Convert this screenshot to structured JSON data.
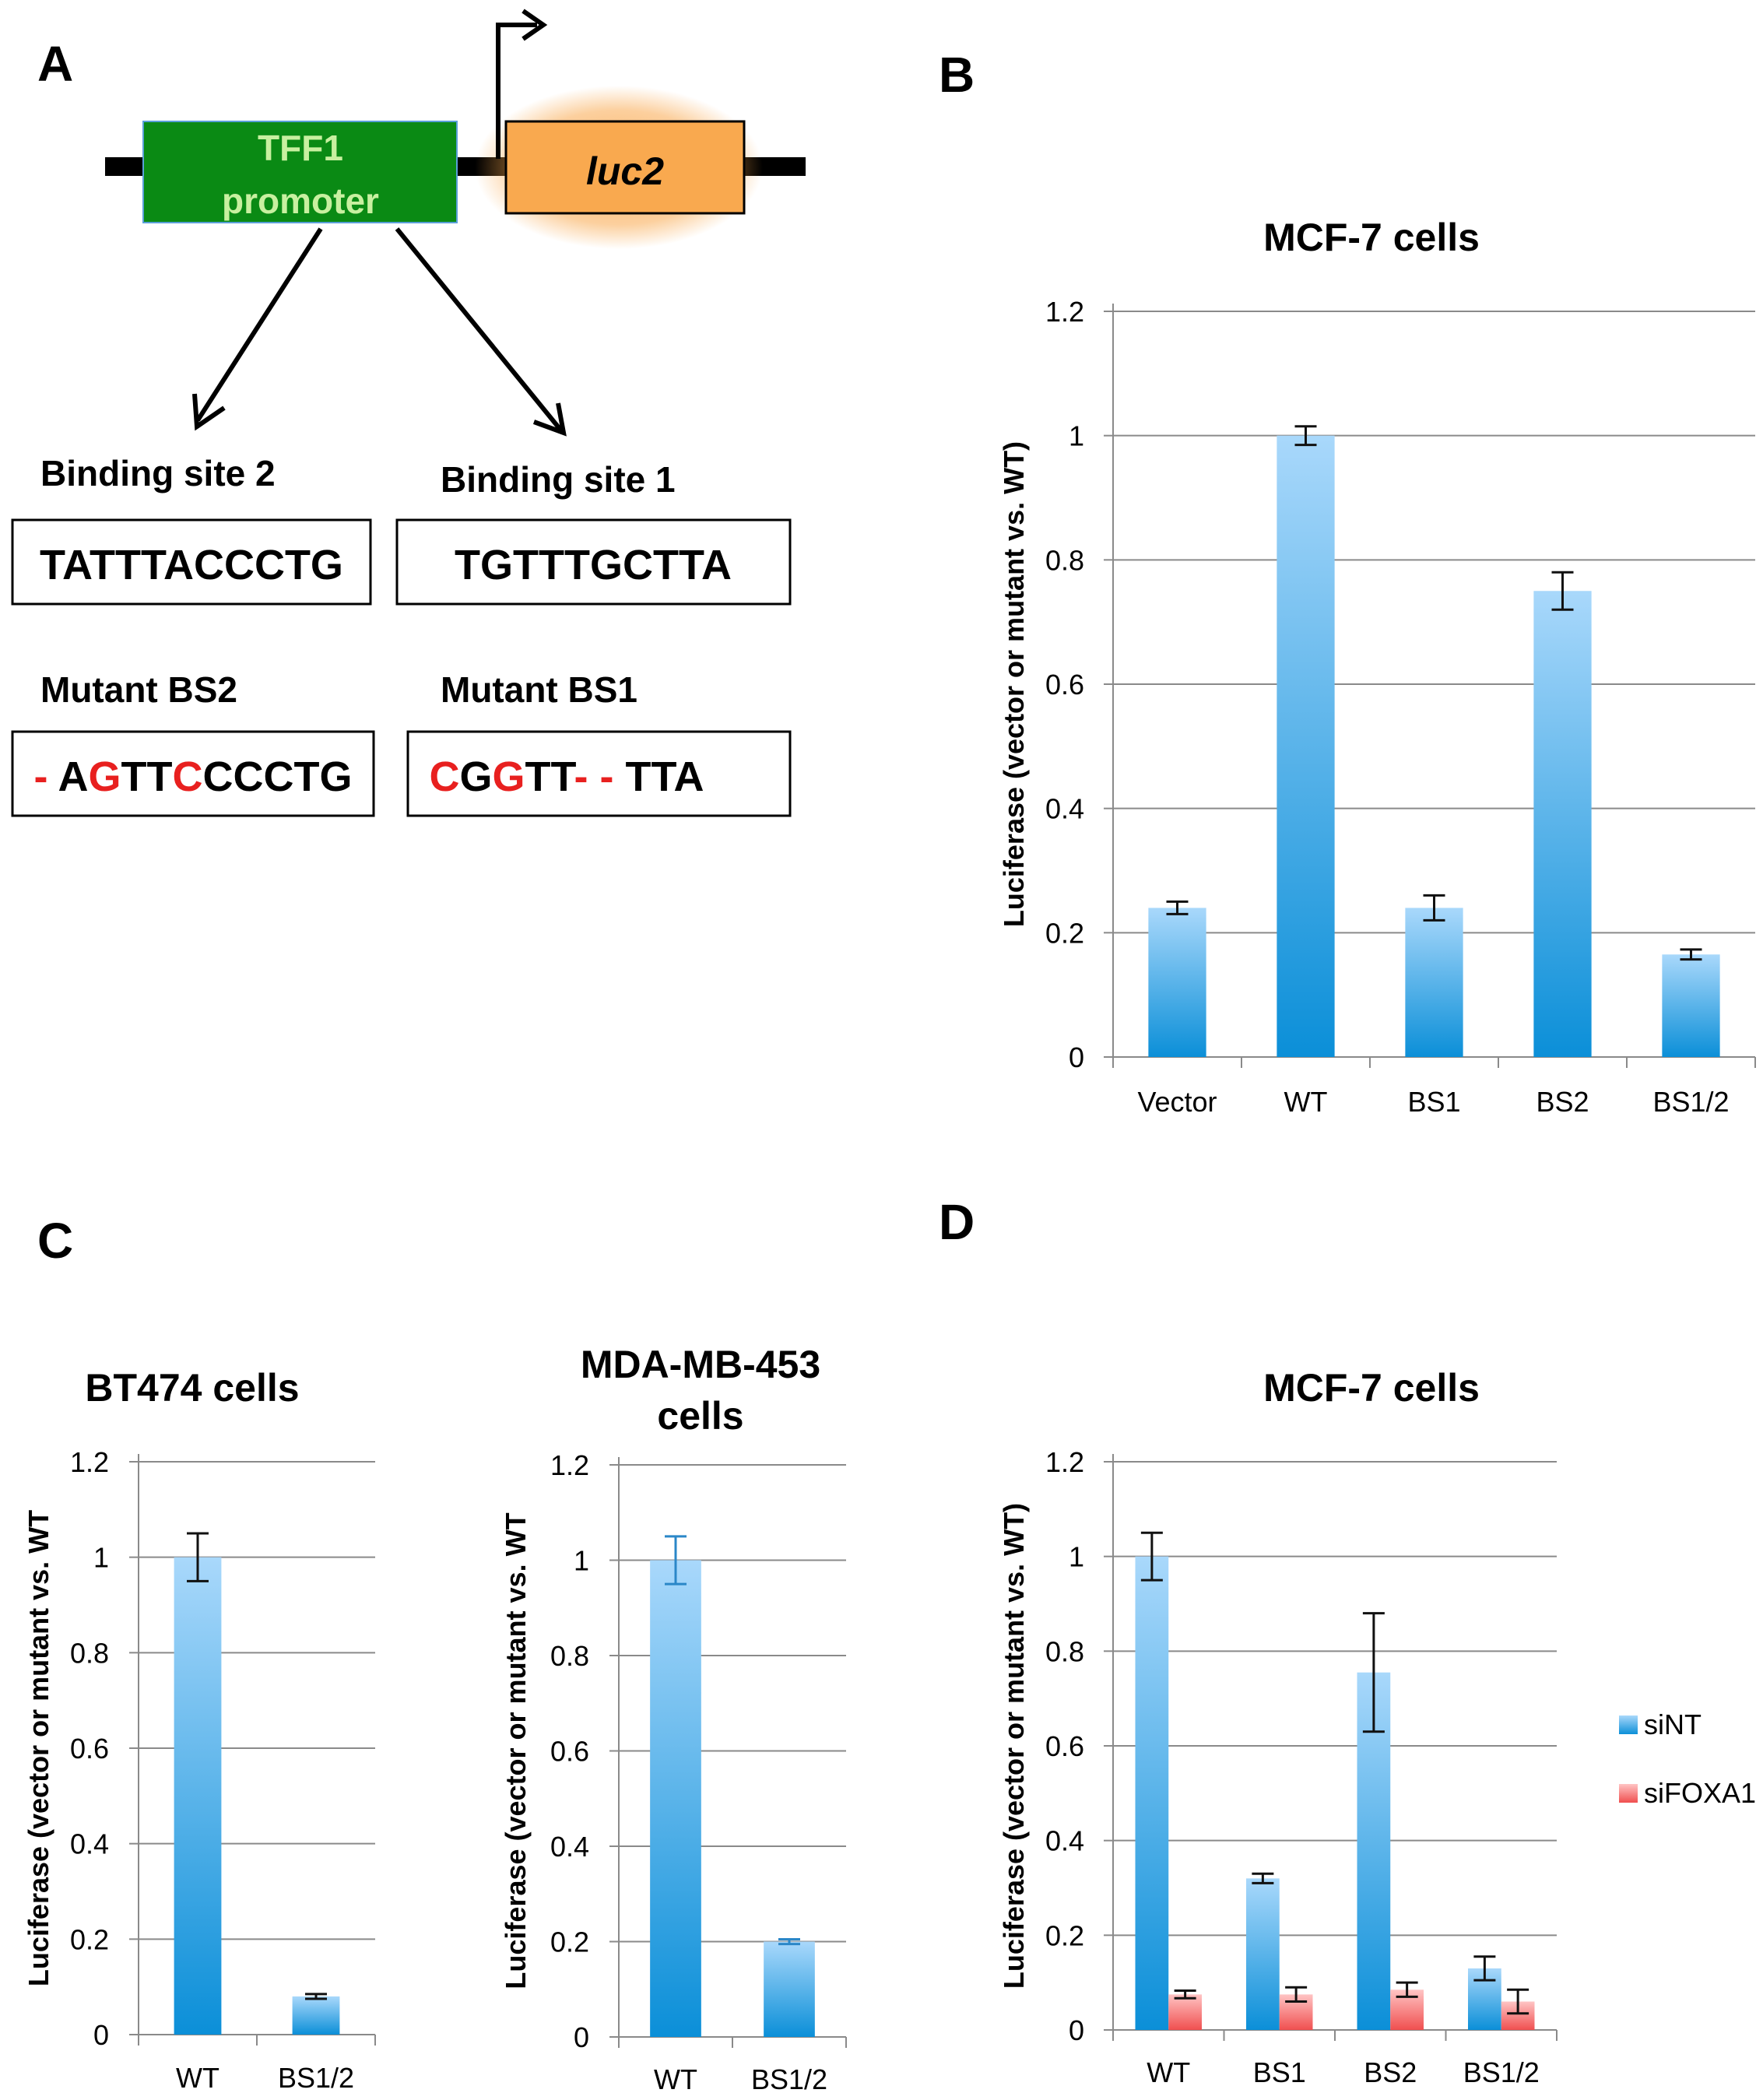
{
  "panel_a": {
    "label": "A",
    "promoter_text": [
      "TFF1",
      "promoter"
    ],
    "gene_text": "luc2",
    "bs2_title": "Binding site 2",
    "bs1_title": "Binding site 1",
    "bs2_seq": "TATTTACCCTG",
    "bs1_seq": "TGTTTGCTTA",
    "mut_bs2_title": "Mutant BS2",
    "mut_bs1_title": "Mutant BS1",
    "mut_bs2_seq": [
      {
        "t": "- ",
        "c": "#e8201f"
      },
      {
        "t": "A",
        "c": "#000000"
      },
      {
        "t": "G",
        "c": "#e8201f"
      },
      {
        "t": "TT",
        "c": "#000000"
      },
      {
        "t": "C",
        "c": "#e8201f"
      },
      {
        "t": "CCCTG",
        "c": "#000000"
      }
    ],
    "mut_bs1_seq": [
      {
        "t": "C",
        "c": "#e8201f"
      },
      {
        "t": "G",
        "c": "#000000"
      },
      {
        "t": "G",
        "c": "#e8201f"
      },
      {
        "t": "TT",
        "c": "#000000"
      },
      {
        "t": "- - ",
        "c": "#e8201f"
      },
      {
        "t": "TTA",
        "c": "#000000"
      }
    ],
    "colors": {
      "promoter": "#0a8a14",
      "promoter_text": "#c8f0a0",
      "gene": "#f9a94f",
      "mutation": "#e8201f"
    }
  },
  "panel_labels": {
    "b": "B",
    "c": "C",
    "d": "D"
  },
  "chart_data": [
    {
      "id": "B",
      "type": "bar",
      "title": "MCF-7 cells",
      "ylabel": "Luciferase (vector or mutant vs. WT)",
      "ylim": [
        0,
        1.2
      ],
      "yticks": [
        "0",
        "0.2",
        "0.4",
        "0.6",
        "0.8",
        "1",
        "1.2"
      ],
      "categories": [
        "Vector",
        "WT",
        "BS1",
        "BS2",
        "BS1/2"
      ],
      "series": [
        {
          "values": [
            0.24,
            1.0,
            0.24,
            0.75,
            0.165
          ],
          "errors": [
            0.01,
            0.015,
            0.02,
            0.03,
            0.008
          ],
          "color": "#2b9fe3"
        }
      ],
      "grid": true
    },
    {
      "id": "C1",
      "type": "bar",
      "title": "BT474 cells",
      "ylabel": "Luciferase (vector or mutant vs. WT",
      "ylim": [
        0,
        1.2
      ],
      "yticks": [
        "0",
        "0.2",
        "0.4",
        "0.6",
        "0.8",
        "1",
        "1.2"
      ],
      "categories": [
        "WT",
        "BS1/2"
      ],
      "series": [
        {
          "values": [
            1.0,
            0.08
          ],
          "errors": [
            0.05,
            0.005
          ],
          "color": "#2b9fe3"
        }
      ],
      "grid": true
    },
    {
      "id": "C2",
      "type": "bar",
      "title": "MDA-MB-453 cells",
      "ylabel": "Luciferase (vector or mutant vs. WT",
      "ylim": [
        0,
        1.2
      ],
      "yticks": [
        "0",
        "0.2",
        "0.4",
        "0.6",
        "0.8",
        "1",
        "1.2"
      ],
      "categories": [
        "WT",
        "BS1/2"
      ],
      "series": [
        {
          "values": [
            1.0,
            0.2
          ],
          "errors": [
            0.05,
            0.005
          ],
          "color": "#2b9fe3"
        }
      ],
      "grid": true
    },
    {
      "id": "D",
      "type": "bar",
      "title": "MCF-7 cells",
      "ylabel": "Luciferase (vector or mutant vs. WT)",
      "ylim": [
        0,
        1.2
      ],
      "yticks": [
        "0",
        "0.2",
        "0.4",
        "0.6",
        "0.8",
        "1",
        "1.2"
      ],
      "categories": [
        "WT",
        "BS1",
        "BS2",
        "BS1/2"
      ],
      "series": [
        {
          "name": "siNT",
          "values": [
            1.0,
            0.32,
            0.755,
            0.13
          ],
          "errors": [
            0.05,
            0.01,
            0.125,
            0.025
          ],
          "color": "#2b9fe3"
        },
        {
          "name": "siFOXA1",
          "values": [
            0.075,
            0.075,
            0.085,
            0.06
          ],
          "errors": [
            0.008,
            0.015,
            0.015,
            0.025
          ],
          "color": "#f07070"
        }
      ],
      "legend": "right",
      "grid": true
    }
  ]
}
